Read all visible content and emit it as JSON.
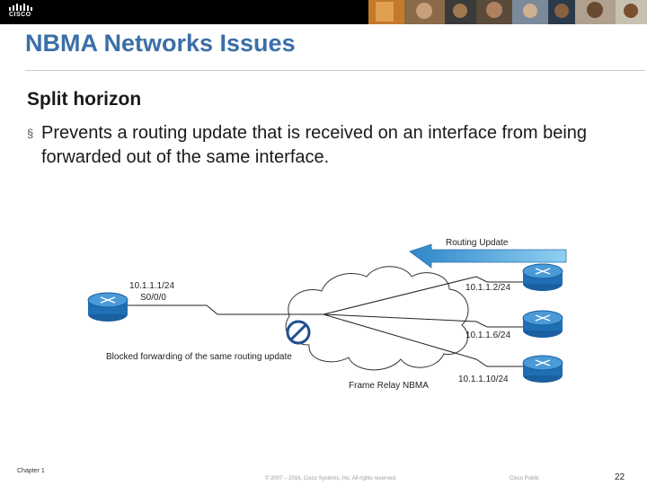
{
  "header": {
    "logo_text": "CISCO"
  },
  "slide": {
    "title": "NBMA Networks Issues",
    "subheading": "Split horizon",
    "bullet_marker": "§",
    "bullet_text": "Prevents a routing update that is received on an interface from being forwarded out of the same interface."
  },
  "diagram": {
    "routing_update_label": "Routing Update",
    "left_ip": "10.1.1.1/24",
    "left_interface": "S0/0/0",
    "blocked_label": "Blocked forwarding of the same routing update",
    "cloud_label": "Frame Relay NBMA",
    "router_ips": [
      "10.1.1.2/24",
      "10.1.1.6/24",
      "10.1.1.10/24"
    ],
    "colors": {
      "arrow": "#4aa3df",
      "router": "#1f6fb5",
      "blocked": "#1f4f8f"
    }
  },
  "footer": {
    "chapter": "Chapter 1",
    "copyright": "© 2007 – 2016, Cisco Systems, Inc. All rights reserved.",
    "classification": "Cisco Public",
    "page_number": "22"
  }
}
